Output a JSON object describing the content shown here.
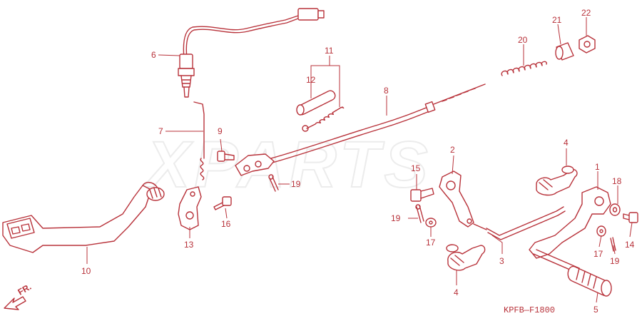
{
  "watermark": "XPARTS",
  "diagram_code": "KPFB—F1800",
  "direction_label": "FR.",
  "colors": {
    "line": "#b8323a",
    "background": "#ffffff",
    "watermark": "#ececec"
  },
  "callouts": [
    {
      "id": "c1",
      "label": "1"
    },
    {
      "id": "c2",
      "label": "2"
    },
    {
      "id": "c3",
      "label": "3"
    },
    {
      "id": "c4a",
      "label": "4"
    },
    {
      "id": "c4b",
      "label": "4"
    },
    {
      "id": "c5",
      "label": "5"
    },
    {
      "id": "c6",
      "label": "6"
    },
    {
      "id": "c7",
      "label": "7"
    },
    {
      "id": "c8",
      "label": "8"
    },
    {
      "id": "c9",
      "label": "9"
    },
    {
      "id": "c10",
      "label": "10"
    },
    {
      "id": "c11",
      "label": "11"
    },
    {
      "id": "c12",
      "label": "12"
    },
    {
      "id": "c13",
      "label": "13"
    },
    {
      "id": "c14",
      "label": "14"
    },
    {
      "id": "c15",
      "label": "15"
    },
    {
      "id": "c16",
      "label": "16"
    },
    {
      "id": "c17a",
      "label": "17"
    },
    {
      "id": "c17b",
      "label": "17"
    },
    {
      "id": "c18",
      "label": "18"
    },
    {
      "id": "c19a",
      "label": "19"
    },
    {
      "id": "c19b",
      "label": "19"
    },
    {
      "id": "c19c",
      "label": "19"
    },
    {
      "id": "c20",
      "label": "20"
    },
    {
      "id": "c21",
      "label": "21"
    },
    {
      "id": "c22",
      "label": "22"
    }
  ]
}
